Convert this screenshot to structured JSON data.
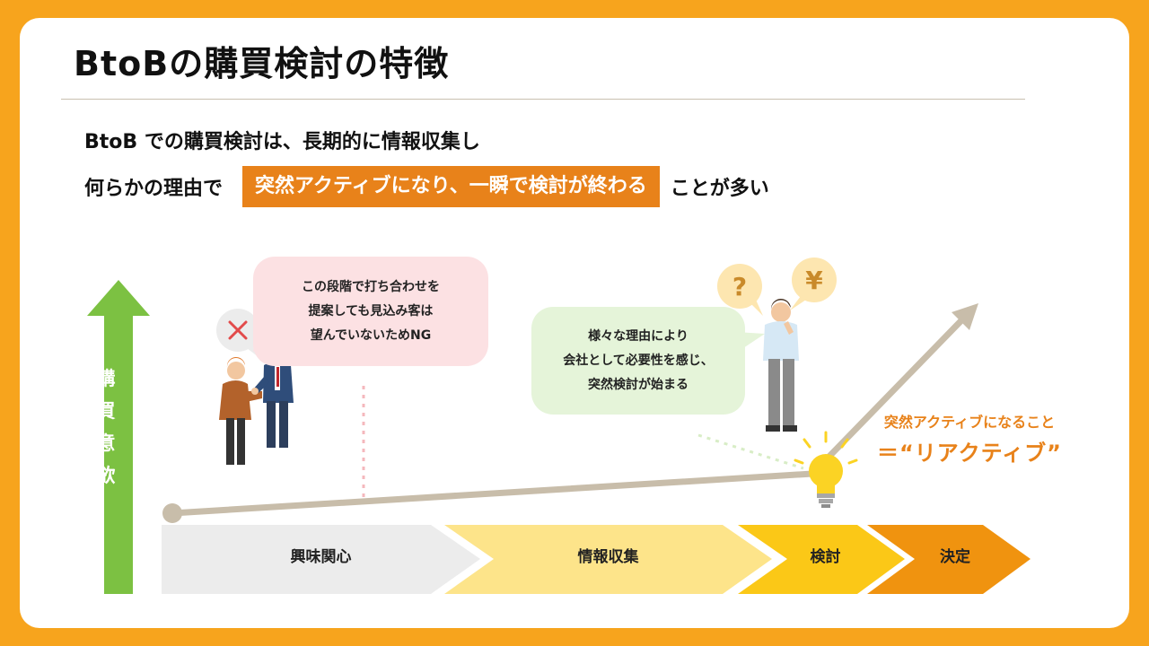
{
  "title": "BtoBの購買検討の特徴",
  "lead": {
    "line1": "BtoB での購買検討は、長期的に情報収集し",
    "line2_prefix": "何らかの理由で",
    "line2_highlight": "突然アクティブになり、一瞬で検討が終わる",
    "line2_suffix": "ことが多い"
  },
  "axis_label_chars": [
    "購",
    "買",
    "意",
    "欲"
  ],
  "bubble_ng": {
    "lines": [
      "この段階で打ち合わせを",
      "提案しても見込み客は",
      "望んでいないためNG"
    ],
    "badge_icon": "x-mark-icon"
  },
  "bubble_trigger": {
    "lines": [
      "様々な理由により",
      "会社として必要性を感じ、",
      "突然検討が始まる"
    ]
  },
  "thought_icons": {
    "question": "?",
    "yen": "¥"
  },
  "reactive": {
    "line1": "突然アクティブになること",
    "line2": "＝“リアクティブ”"
  },
  "stages": [
    "興味関心",
    "情報収集",
    "検討",
    "決定"
  ],
  "colors": {
    "background": "#f7a41d",
    "accent_orange": "#e8821a",
    "axis_green": "#7cc142",
    "stage_1": "#ececec",
    "stage_2": "#fde48a",
    "stage_3": "#fbc817",
    "stage_4": "#f0930f",
    "trend_line": "#c8bdaa",
    "bubble_pink": "#fce1e3",
    "bubble_green": "#e5f4d9",
    "bulb_yellow": "#fbd324"
  }
}
